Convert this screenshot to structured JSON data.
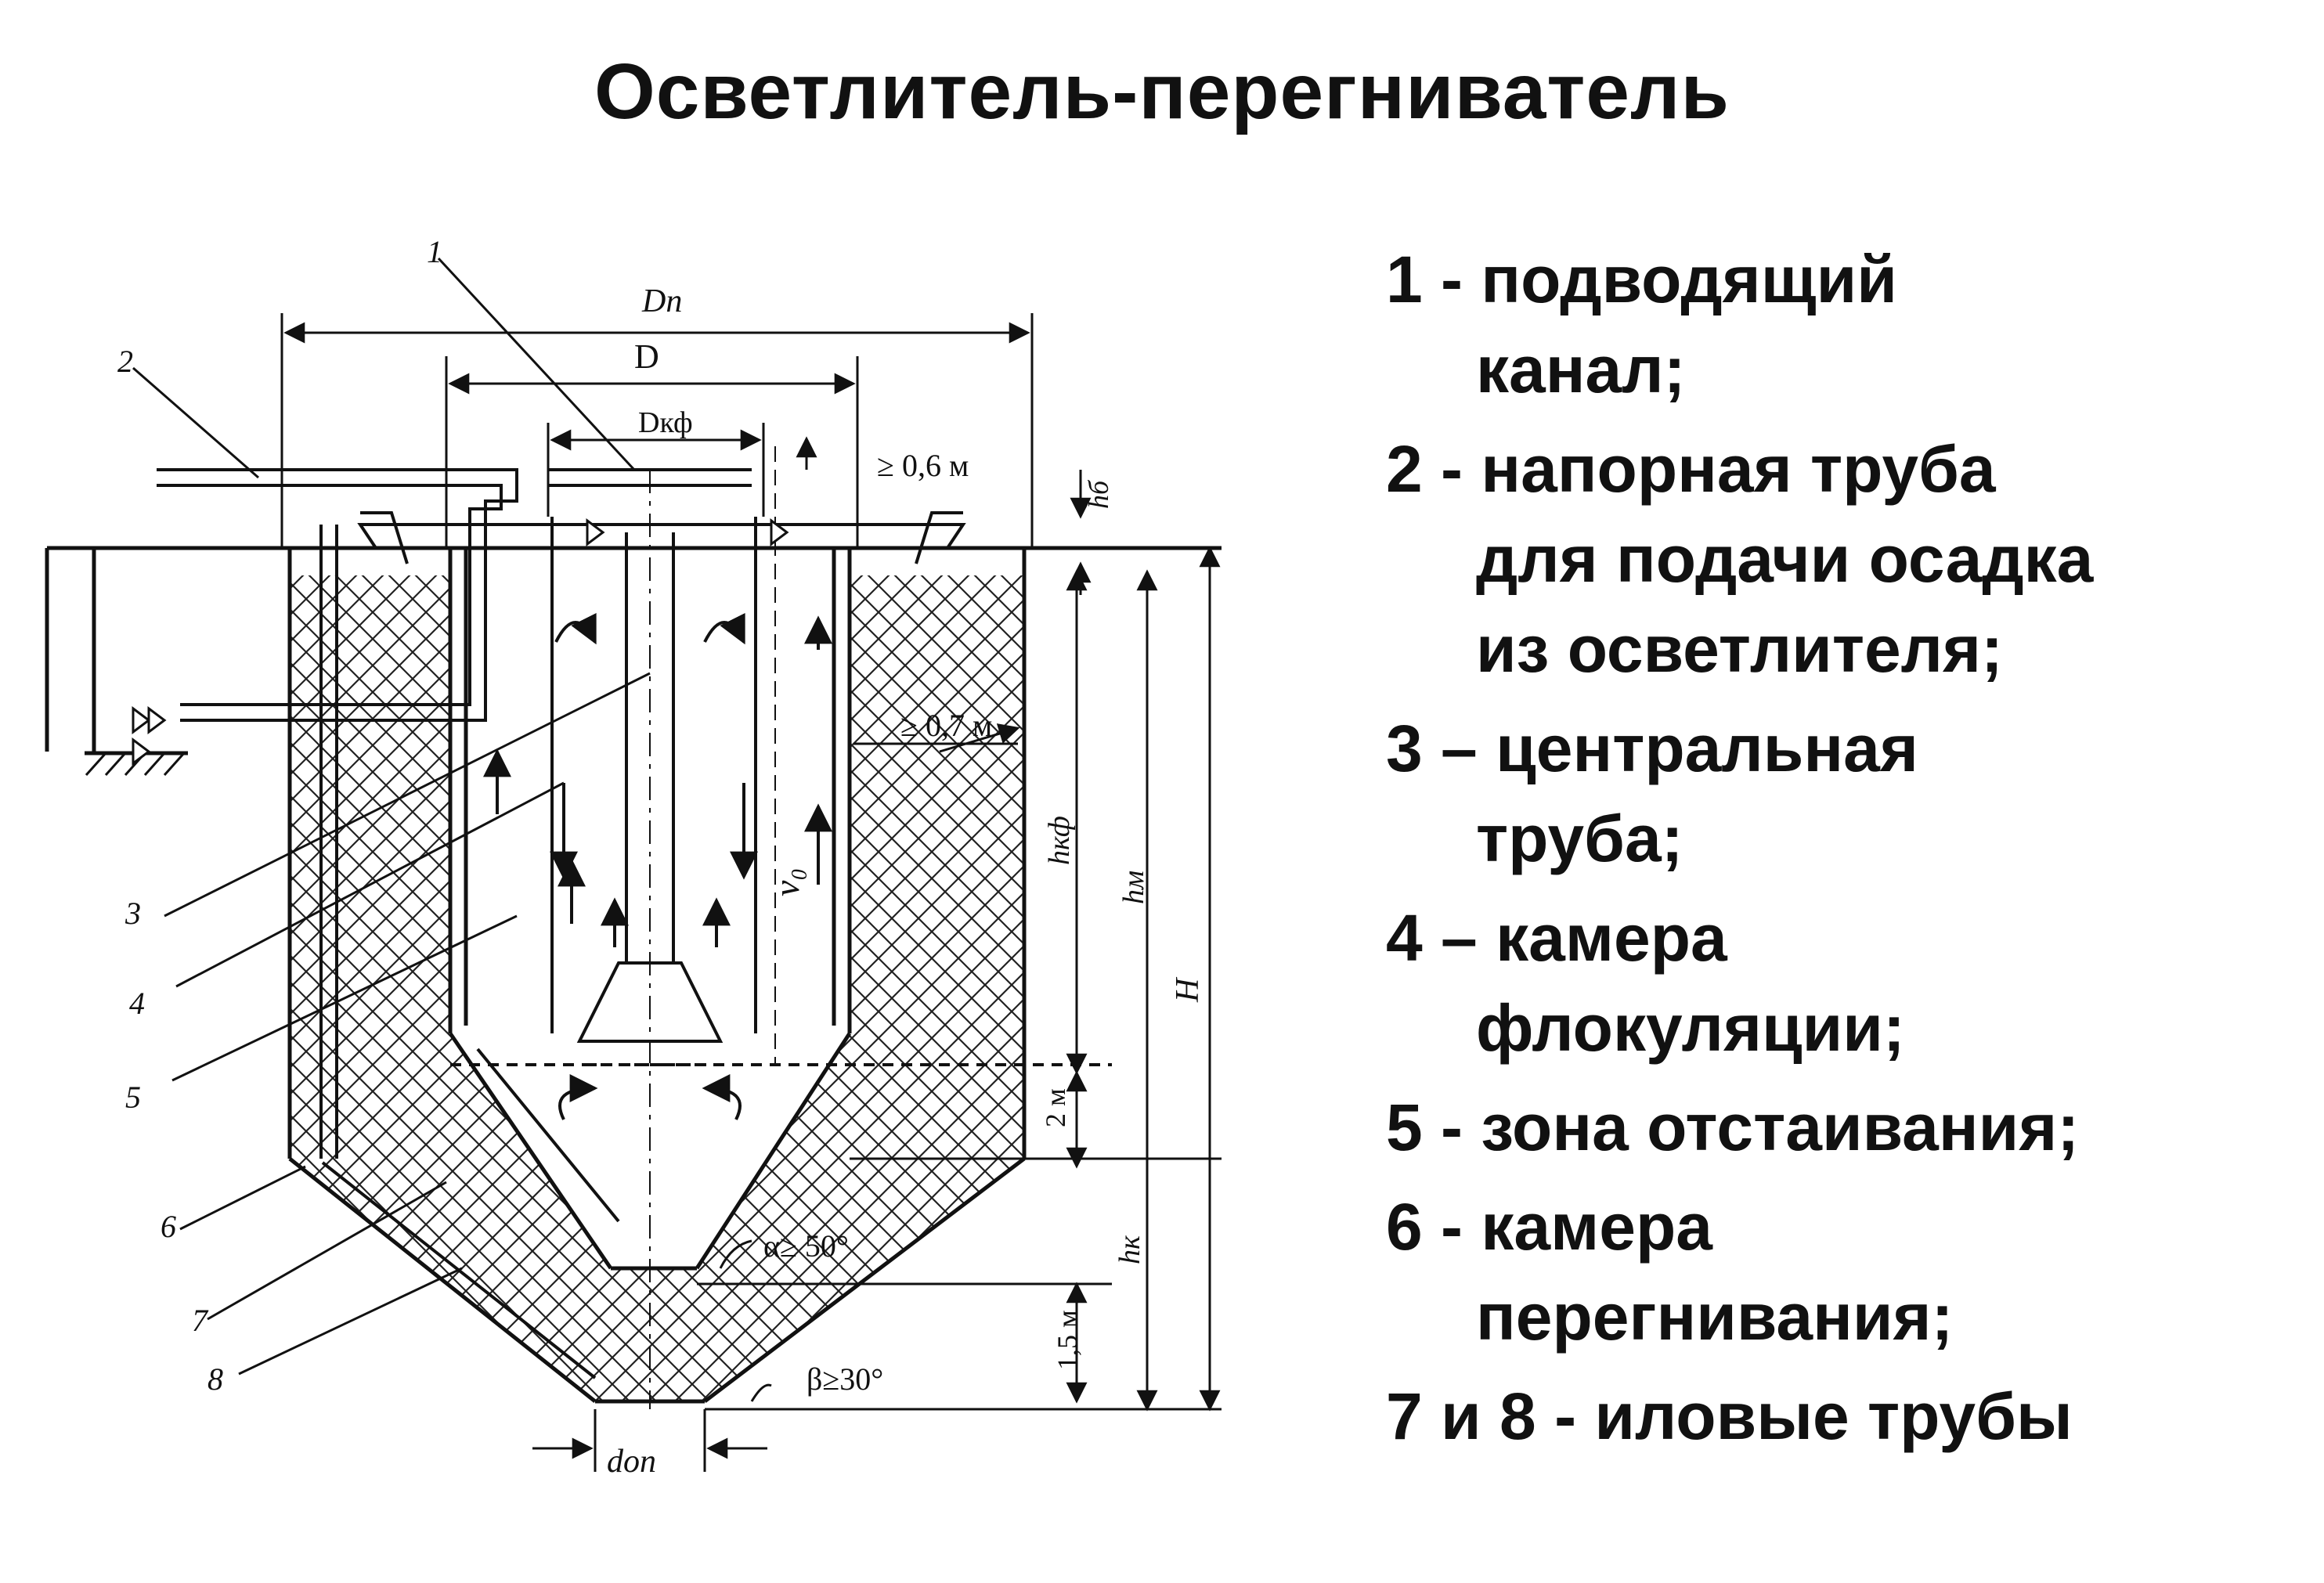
{
  "title": "Осветлитель-перегниватель",
  "legend": [
    {
      "first": "1 - подводящий",
      "rest": [
        "канал;"
      ]
    },
    {
      "first": "2 - напорная труба",
      "rest": [
        "для подачи осадка",
        "из осветлителя;"
      ]
    },
    {
      "first": "3 – центральная",
      "rest": [
        "труба;"
      ]
    },
    {
      "first": "4 – камера",
      "rest": [
        "флокуляции;"
      ]
    },
    {
      "first": "5 - зона отстаивания;",
      "rest": []
    },
    {
      "first": "6 - камера",
      "rest": [
        "перегнивания;"
      ]
    },
    {
      "first": "7 и 8 - иловые трубы",
      "rest": []
    }
  ],
  "diagram": {
    "dims": {
      "Dp": "Dп",
      "D": "D",
      "Dkf": "Dкф",
      "gap_top": "≥ 0,6 м",
      "hb": "hб",
      "gap_side": "≥ 0,7 м",
      "hkf": "hкф",
      "hs": "hм",
      "H": "H",
      "two_m": "2 м",
      "hk": "hк",
      "one_five_m": "1,5 м",
      "alpha": "α≥ 50°",
      "beta": "β≥30°",
      "dop": "dоп",
      "v": "v₀"
    },
    "callouts": [
      "1",
      "2",
      "3",
      "4",
      "5",
      "6",
      "7",
      "8"
    ]
  }
}
